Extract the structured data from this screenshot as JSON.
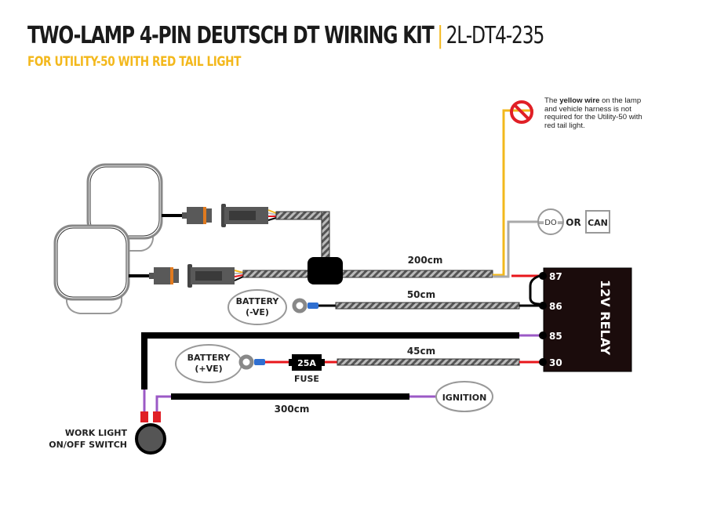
{
  "header": {
    "title": "TWO-LAMP 4-PIN DEUTSCH DT WIRING KIT",
    "separator": "|",
    "code": "2L-DT4-235",
    "subtitle": "FOR UTILITY-50 WITH RED TAIL LIGHT"
  },
  "note": {
    "prefix": "The",
    "bold": "yellow wire",
    "suffix": "on the lamp and vehicle harness is not required for the Utility-50 with red tail light.",
    "icon": "prohibited-icon"
  },
  "labels": {
    "len_200": "200cm",
    "len_50": "50cm",
    "len_45": "45cm",
    "len_300": "300cm",
    "battery_neg_1": "BATTERY",
    "battery_neg_2": "(-VE)",
    "battery_pos_1": "BATTERY",
    "battery_pos_2": "(+VE)",
    "fuse_rating": "25A",
    "fuse": "FUSE",
    "ignition": "IGNITION",
    "switch_1": "WORK LIGHT",
    "switch_2": "ON/OFF SWITCH",
    "or": "OR",
    "can": "CAN",
    "relay": "12V RELAY",
    "pin_87": "87",
    "pin_86": "86",
    "pin_85": "85",
    "pin_30": "30"
  },
  "colors": {
    "accent_yellow": "#f3b81c",
    "wire_red": "#e8161b",
    "wire_purple": "#9b59c6",
    "wire_gray": "#a9a9a9",
    "relay_body": "#1b0c0c",
    "connector_orange": "#e07a1f",
    "terminal_blue": "#2f6fd1"
  }
}
